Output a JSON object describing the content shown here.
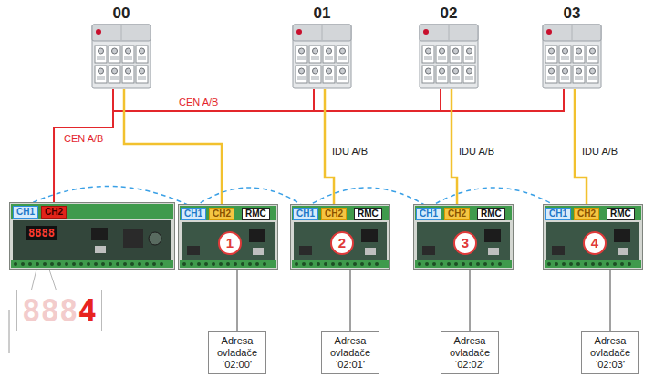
{
  "diagram": {
    "nodes": [
      {
        "text": [
          "00"
        ]
      },
      {
        "text": [
          "01"
        ]
      },
      {
        "text": [
          "02"
        ]
      },
      {
        "text": [
          "03"
        ]
      },
      {
        "text": [
          "8888"
        ]
      },
      {
        "text": [
          "CH1"
        ],
        "in": 4
      },
      {
        "text": [
          "CH2"
        ],
        "in": 4
      },
      {
        "text": [
          "1"
        ]
      },
      {
        "text": [
          "CH1"
        ],
        "in": 7
      },
      {
        "text": [
          "CH2"
        ],
        "in": 7
      },
      {
        "text": [
          "RMC"
        ],
        "in": 7
      },
      {
        "text": [
          "2"
        ]
      },
      {
        "text": [
          "CH1"
        ],
        "in": 11
      },
      {
        "text": [
          "CH2"
        ],
        "in": 11
      },
      {
        "text": [
          "RMC"
        ],
        "in": 11
      },
      {
        "text": [
          "3"
        ]
      },
      {
        "text": [
          "CH1"
        ],
        "in": 15
      },
      {
        "text": [
          "CH2"
        ],
        "in": 15
      },
      {
        "text": [
          "RMC"
        ],
        "in": 15
      },
      {
        "text": [
          "4"
        ]
      },
      {
        "text": [
          "CH1"
        ],
        "in": 19
      },
      {
        "text": [
          "CH2"
        ],
        "in": 19
      },
      {
        "text": [
          "RMC"
        ],
        "in": 19
      },
      {
        "text": [
          "888",
          "4"
        ]
      },
      {
        "text": [
          "Adresa ovladače ‘02:00’"
        ]
      },
      {
        "text": [
          "Adresa ovladače ‘02:01’"
        ]
      },
      {
        "text": [
          "Adresa ovladače ‘02:02’"
        ]
      },
      {
        "text": [
          "Adresa ovladače ‘02:03’"
        ]
      }
    ],
    "edges": [
      {
        "from": 0,
        "to": 6,
        "label": "CEN A/B",
        "arrow": "none"
      },
      {
        "from": 0,
        "to": 1,
        "label": "CEN A/B",
        "arrow": "none"
      },
      {
        "from": 1,
        "to": 2,
        "arrow": "none"
      },
      {
        "from": 2,
        "to": 3,
        "arrow": "none"
      },
      {
        "from": 0,
        "to": 9,
        "arrow": "none"
      },
      {
        "from": 1,
        "to": 13,
        "label": "IDU A/B",
        "arrow": "none"
      },
      {
        "from": 2,
        "to": 17,
        "label": "IDU A/B",
        "arrow": "none"
      },
      {
        "from": 3,
        "to": 21,
        "label": "IDU A/B",
        "arrow": "none"
      },
      {
        "from": 5,
        "to": 8,
        "arrow": "none"
      },
      {
        "from": 8,
        "to": 12,
        "arrow": "none"
      },
      {
        "from": 12,
        "to": 16,
        "arrow": "none"
      },
      {
        "from": 16,
        "to": 20,
        "arrow": "none"
      },
      {
        "from": 7,
        "to": 24,
        "arrow": "none"
      },
      {
        "from": 11,
        "to": 25,
        "arrow": "none"
      },
      {
        "from": 15,
        "to": 26,
        "arrow": "none"
      },
      {
        "from": 19,
        "to": 27,
        "arrow": "none"
      }
    ]
  }
}
